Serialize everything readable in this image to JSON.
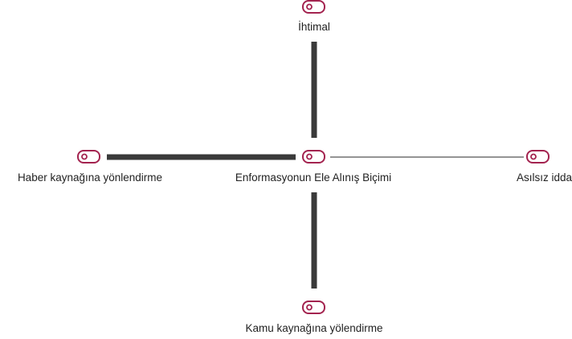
{
  "diagram": {
    "center": {
      "label": "Enformasyonun Ele Alınış Biçimi",
      "icon": "toggle-switch-icon"
    },
    "nodes": {
      "top": {
        "label": "İhtimal",
        "icon": "toggle-switch-icon"
      },
      "left": {
        "label": "Haber kaynağına yönlendirme",
        "icon": "toggle-switch-icon"
      },
      "right": {
        "label": "Asılsız idda",
        "icon": "toggle-switch-icon"
      },
      "bottom": {
        "label": "Kamu kaynağına yölendirme",
        "icon": "toggle-switch-icon"
      }
    },
    "colors": {
      "icon_stroke": "#a3234f",
      "thick_link": "#3a3a3a",
      "thin_link": "#555555",
      "label_text": "#222222"
    }
  }
}
